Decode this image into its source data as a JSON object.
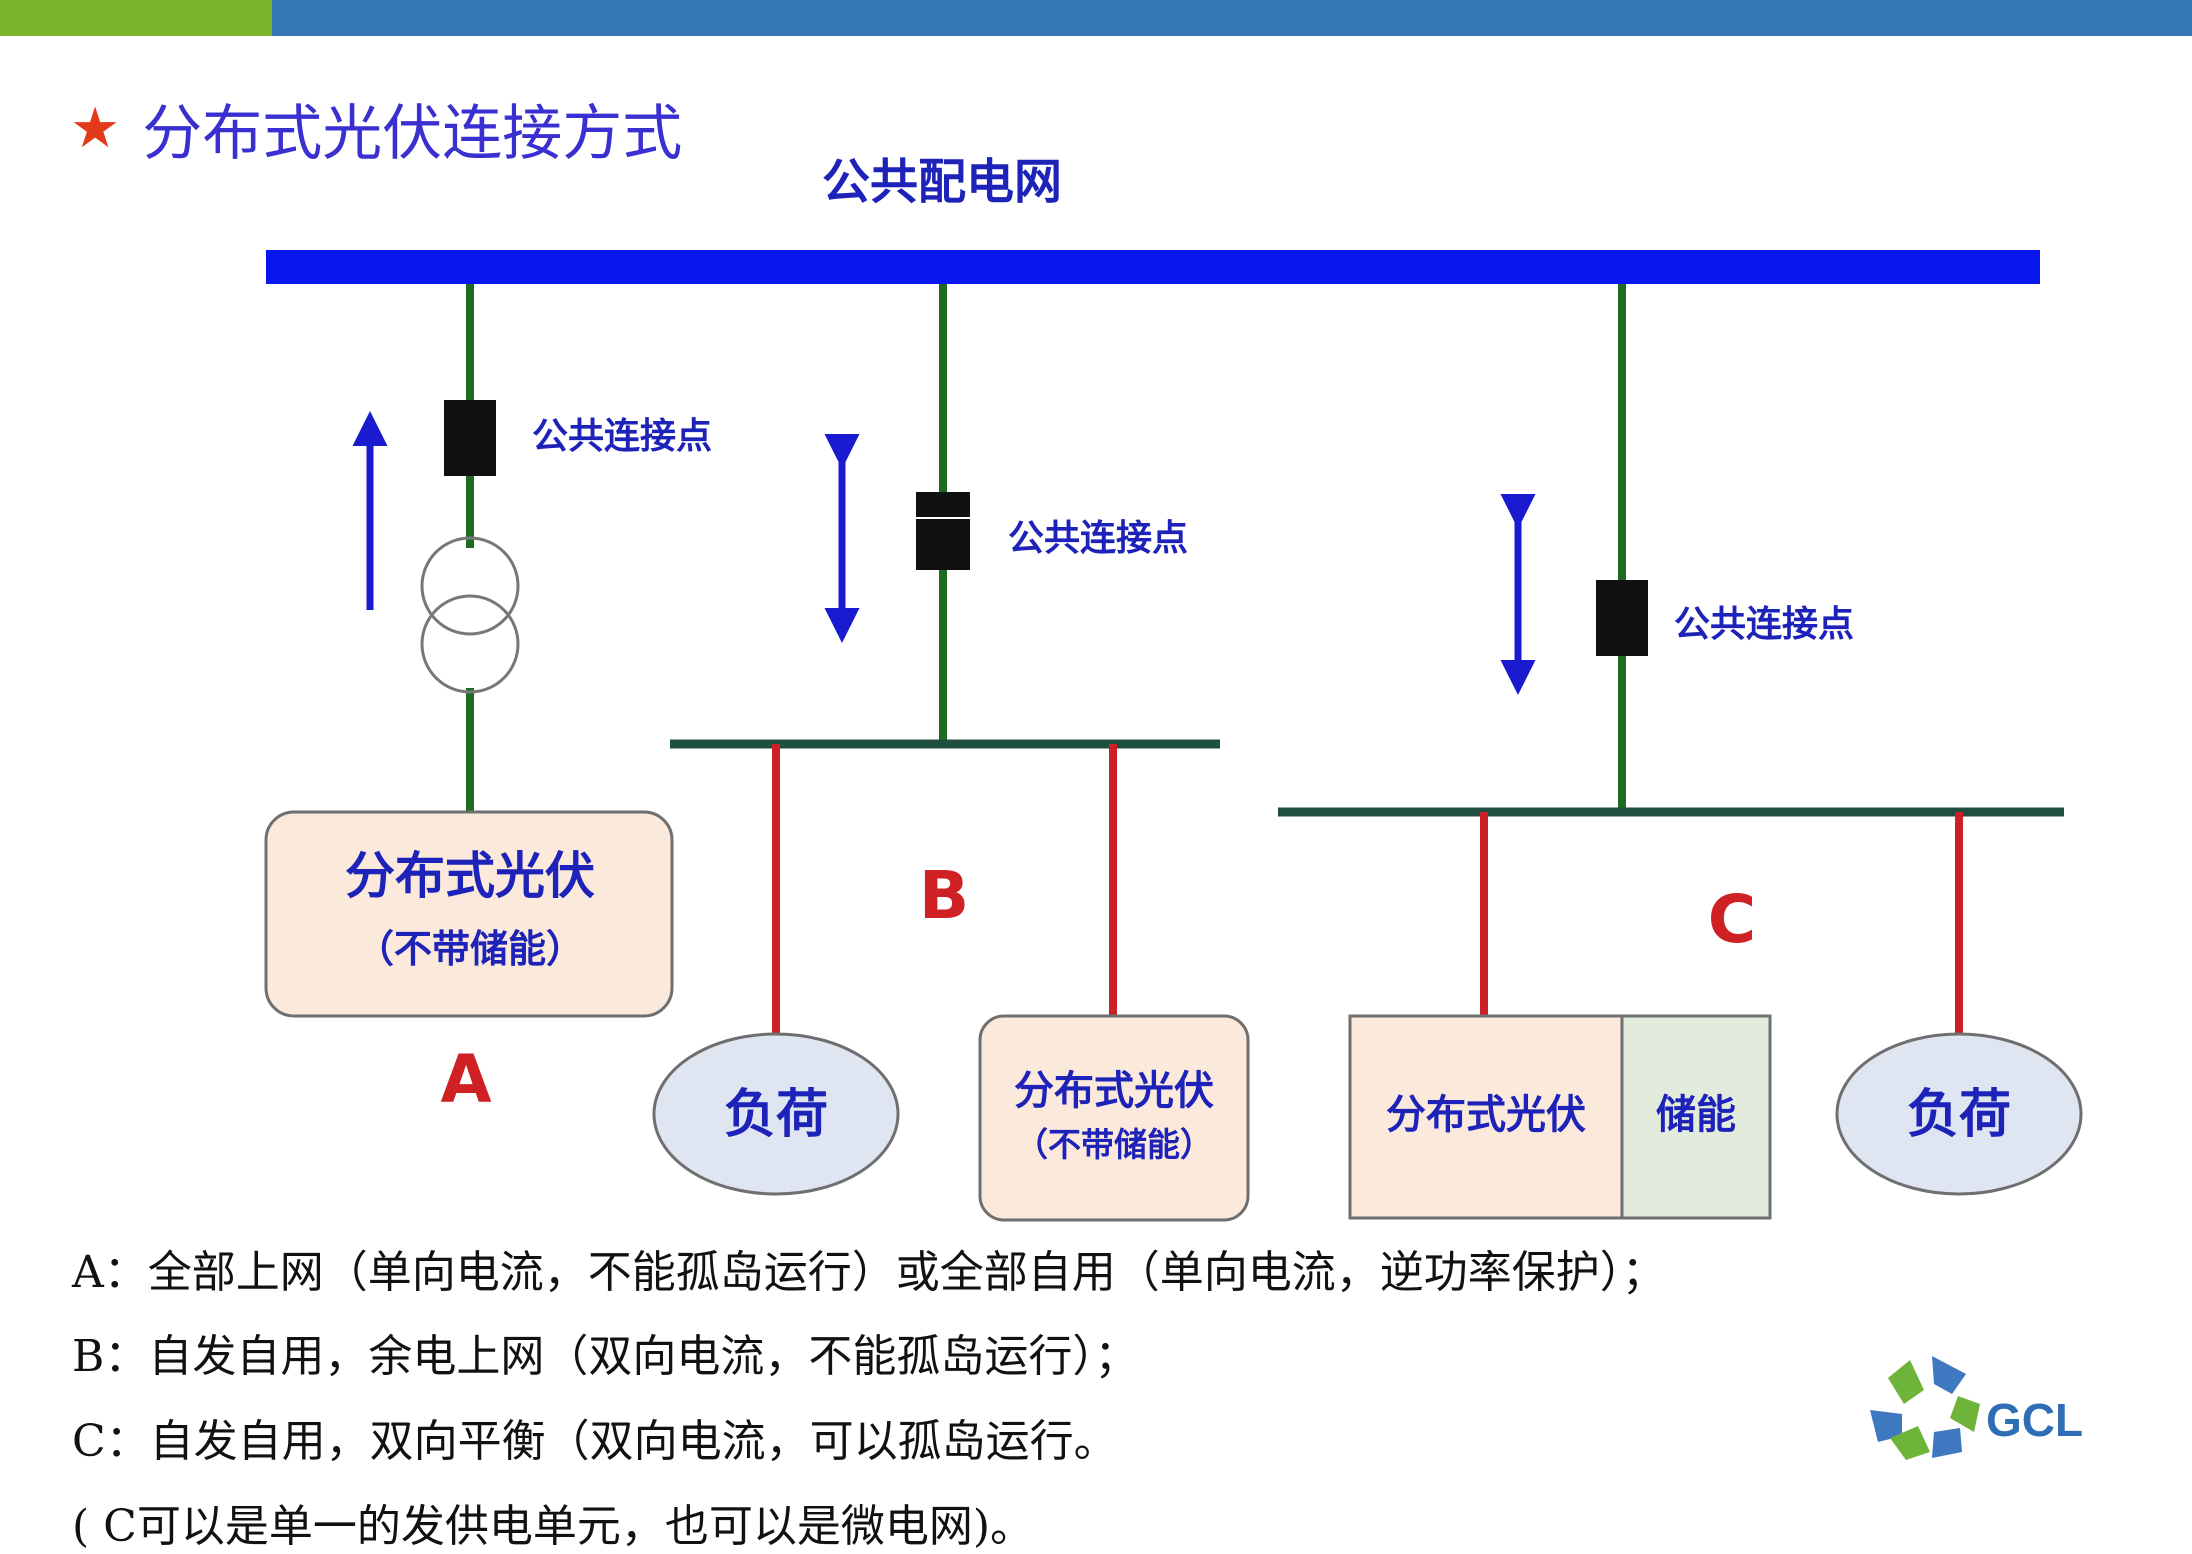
{
  "slide": {
    "title_star": "★",
    "title": "分布式光伏连接方式",
    "colors": {
      "top_bar_green": "#7ab42a",
      "top_bar_blue": "#3578b8",
      "title_text": "#3a2fd0",
      "star": "#e23a1a",
      "grid_bus": "#0a16ee",
      "feeder_line": "#1f6b1f",
      "load_line": "#cc1f28",
      "pv_box_fill": "#fbe9dc",
      "storage_fill": "#e3ecdc",
      "load_fill": "#dfe6f2",
      "case_letter": "#cf2124"
    }
  },
  "diagram": {
    "grid_label": "公共配电网",
    "pcc_label_a": "公共连接点",
    "pcc_label_b": "公共连接点",
    "pcc_label_c": "公共连接点",
    "case_a": {
      "letter": "A",
      "pv_title": "分布式光伏",
      "pv_subtitle": "（不带储能）",
      "flow": "single-direction-up-arrow"
    },
    "case_b": {
      "letter": "B",
      "load": "负荷",
      "pv_title": "分布式光伏",
      "pv_subtitle": "（不带储能）",
      "flow": "bidirectional-arrow"
    },
    "case_c": {
      "letter": "C",
      "pv": "分布式光伏",
      "storage": "储能",
      "load": "负荷",
      "flow": "bidirectional-arrow"
    }
  },
  "notes": [
    "A：全部上网（单向电流，不能孤岛运行）或全部自用（单向电流，逆功率保护）；",
    "B：自发自用，余电上网（双向电流，不能孤岛运行）；",
    "C：自发自用，双向平衡（双向电流，可以孤岛运行。",
    "( C可以是单一的发供电单元，也可以是微电网)。"
  ],
  "logo": {
    "text": "GCL",
    "icon": "gcl-logo-icon"
  }
}
